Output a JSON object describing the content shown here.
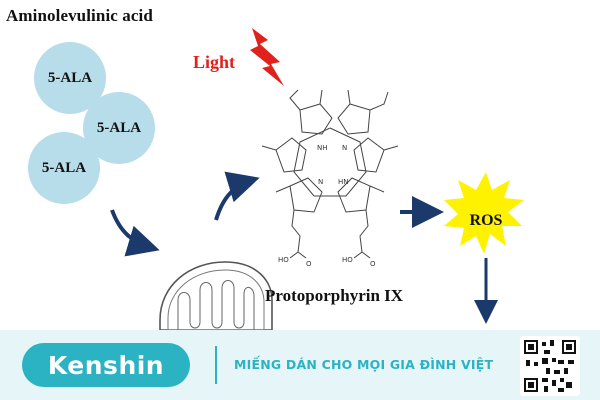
{
  "diagram": {
    "title": "Aminolevulinic acid",
    "molecules": [
      "5-ALA",
      "5-ALA",
      "5-ALA"
    ],
    "light_label": "Light",
    "compound_label": "Protoporphyrin IX",
    "ros_label": "ROS",
    "structure_labels": {
      "nh_top": "NH",
      "n_left": "N",
      "n_right": "N",
      "nh_bottom": "HN",
      "acid_left": "HO",
      "acid_left_tail": "O",
      "acid_right": "HO",
      "acid_right_tail": "O"
    },
    "colors": {
      "circle_fill": "#b7dcea",
      "light_text": "#e0211c",
      "lightning": "#e0211c",
      "arrow": "#1b3a6b",
      "ros_burst": "#fff200"
    }
  },
  "footer": {
    "brand": "Kenshin",
    "slogan": "MIẾNG DÁN CHO MỌI GIA ĐÌNH VIỆT",
    "qr_icon": "qr-code-icon",
    "colors": {
      "brand": "#2bb3c3",
      "background": "#e6f5f7"
    }
  }
}
